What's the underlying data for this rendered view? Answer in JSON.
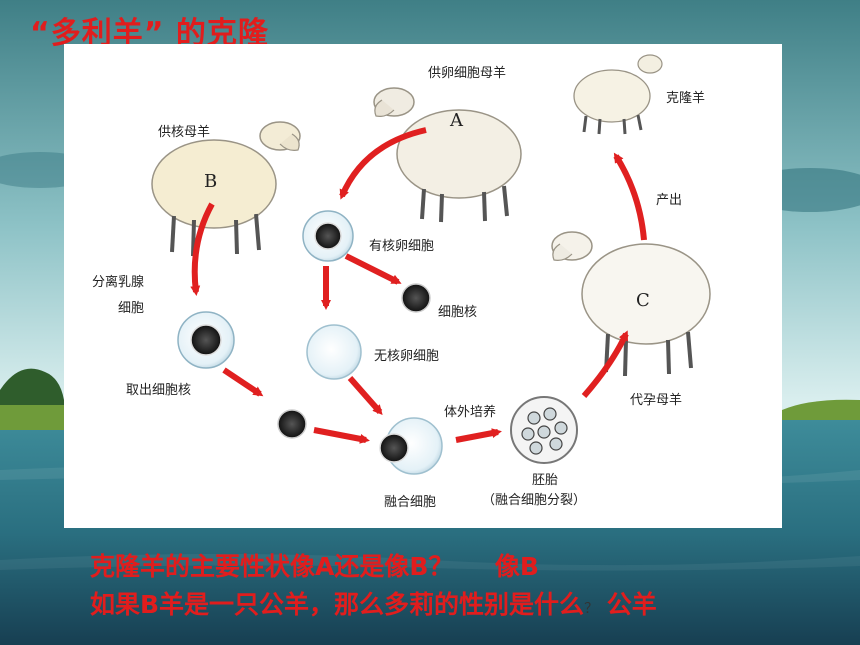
{
  "slide": {
    "title": "“多利羊” 的克隆",
    "accent_color": "#e11d1d"
  },
  "diagram": {
    "sheep_a_label": "供卵细胞母羊",
    "sheep_a_letter": "A",
    "sheep_b_label": "供核母羊",
    "sheep_b_letter": "B",
    "sheep_c_letter": "C",
    "clone_label": "克隆羊",
    "mammary_label_1": "分离乳腺",
    "mammary_label_2": "细胞",
    "extract_nucleus_label": "取出细胞核",
    "nucleated_egg_label": "有核卵细胞",
    "nucleus_label": "细胞核",
    "enucleated_egg_label": "无核卵细胞",
    "fused_cell_label": "融合细胞",
    "culture_label": "体外培养",
    "embryo_label": "胚胎",
    "embryo_sub_label": "（融合细胞分裂）",
    "surrogate_label": "代孕母羊",
    "birth_label": "产出"
  },
  "questions": [
    {
      "question": "克隆羊的主要性状像A还是像B？",
      "answer": "像B"
    },
    {
      "question": "如果B羊是一只公羊，那么多莉的性别是什么",
      "mark": "？",
      "answer": "公羊"
    }
  ]
}
